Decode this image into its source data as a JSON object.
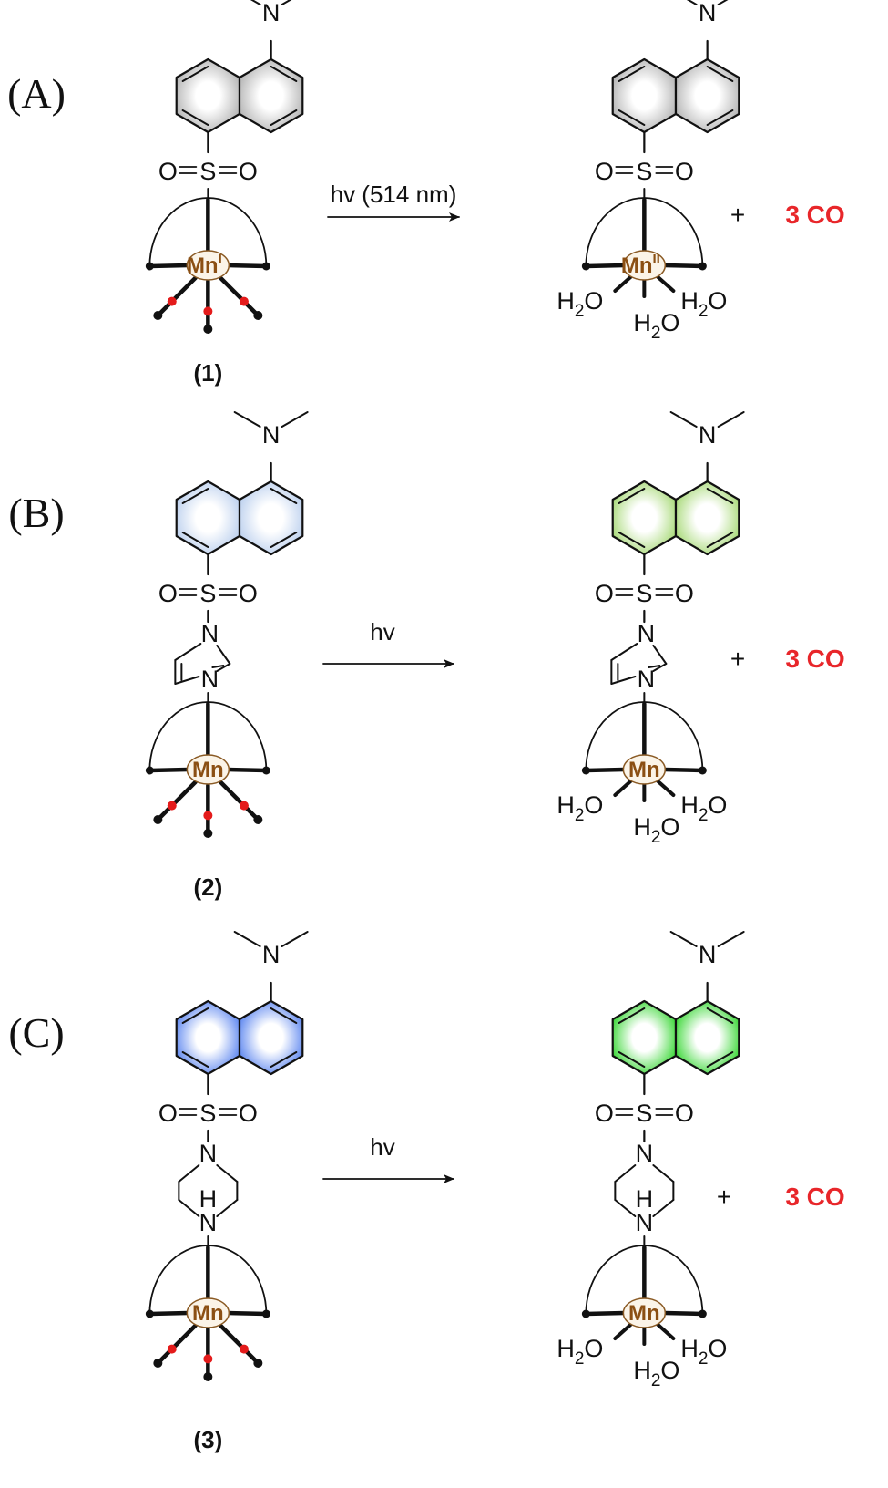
{
  "colors": {
    "ring_gray": "#b4b4b4",
    "ring_light_blue": "#bcd0ee",
    "ring_blue": "#5f88f0",
    "ring_light_green": "#a9da7a",
    "ring_green": "#3ed83a",
    "mn_fill": "#fbf4e8",
    "mn_stroke": "#8a5a24",
    "mn_text": "#8b4f13",
    "co_red": "#e8262a",
    "ligand_red": "#e41b1b",
    "line": "#111111"
  },
  "panels": [
    {
      "label": "(A)",
      "compound_label_open": "(",
      "compound_number": "1",
      "compound_label_close": ")",
      "condition": "hv (514 nm)",
      "plus": "+",
      "product_gas": "3 CO",
      "reactant": {
        "ring_color": "#b4b4b4",
        "linker": "none",
        "metal": "Mn",
        "oxidation_state": "I",
        "amine": "N",
        "sulfonyl": [
          "O",
          "S",
          "O"
        ]
      },
      "product": {
        "ring_color": "#b4b4b4",
        "linker": "none",
        "metal": "Mn",
        "oxidation_state": "II",
        "amine": "N",
        "sulfonyl": [
          "O",
          "S",
          "O"
        ],
        "water_h": "H",
        "water_sub": "2",
        "water_o": "O"
      }
    },
    {
      "label": "(B)",
      "compound_label_open": "(",
      "compound_number": "2",
      "compound_label_close": ")",
      "condition": "hv",
      "plus": "+",
      "product_gas": "3 CO",
      "reactant": {
        "ring_color": "#bcd0ee",
        "linker": "imidazole",
        "linker_atoms": [
          "N",
          "N"
        ],
        "metal": "Mn",
        "oxidation_state": "",
        "amine": "N",
        "sulfonyl": [
          "O",
          "S",
          "O"
        ]
      },
      "product": {
        "ring_color": "#a9da7a",
        "linker": "imidazole",
        "linker_atoms": [
          "N",
          "N"
        ],
        "metal": "Mn",
        "oxidation_state": "",
        "amine": "N",
        "sulfonyl": [
          "O",
          "S",
          "O"
        ],
        "water_h": "H",
        "water_sub": "2",
        "water_o": "O"
      }
    },
    {
      "label": "(C)",
      "compound_label_open": "(",
      "compound_number": "3",
      "compound_label_close": ")",
      "condition": "hv",
      "plus": "+",
      "product_gas": "3 CO",
      "reactant": {
        "ring_color": "#5f88f0",
        "linker": "piperazine",
        "linker_atoms": [
          "N",
          "H",
          "N"
        ],
        "metal": "Mn",
        "oxidation_state": "",
        "amine": "N",
        "sulfonyl": [
          "O",
          "S",
          "O"
        ]
      },
      "product": {
        "ring_color": "#3ed83a",
        "linker": "piperazine",
        "linker_atoms": [
          "N",
          "H",
          "N"
        ],
        "metal": "Mn",
        "oxidation_state": "",
        "amine": "N",
        "sulfonyl": [
          "O",
          "S",
          "O"
        ],
        "water_h": "H",
        "water_sub": "2",
        "water_o": "O"
      }
    }
  ]
}
